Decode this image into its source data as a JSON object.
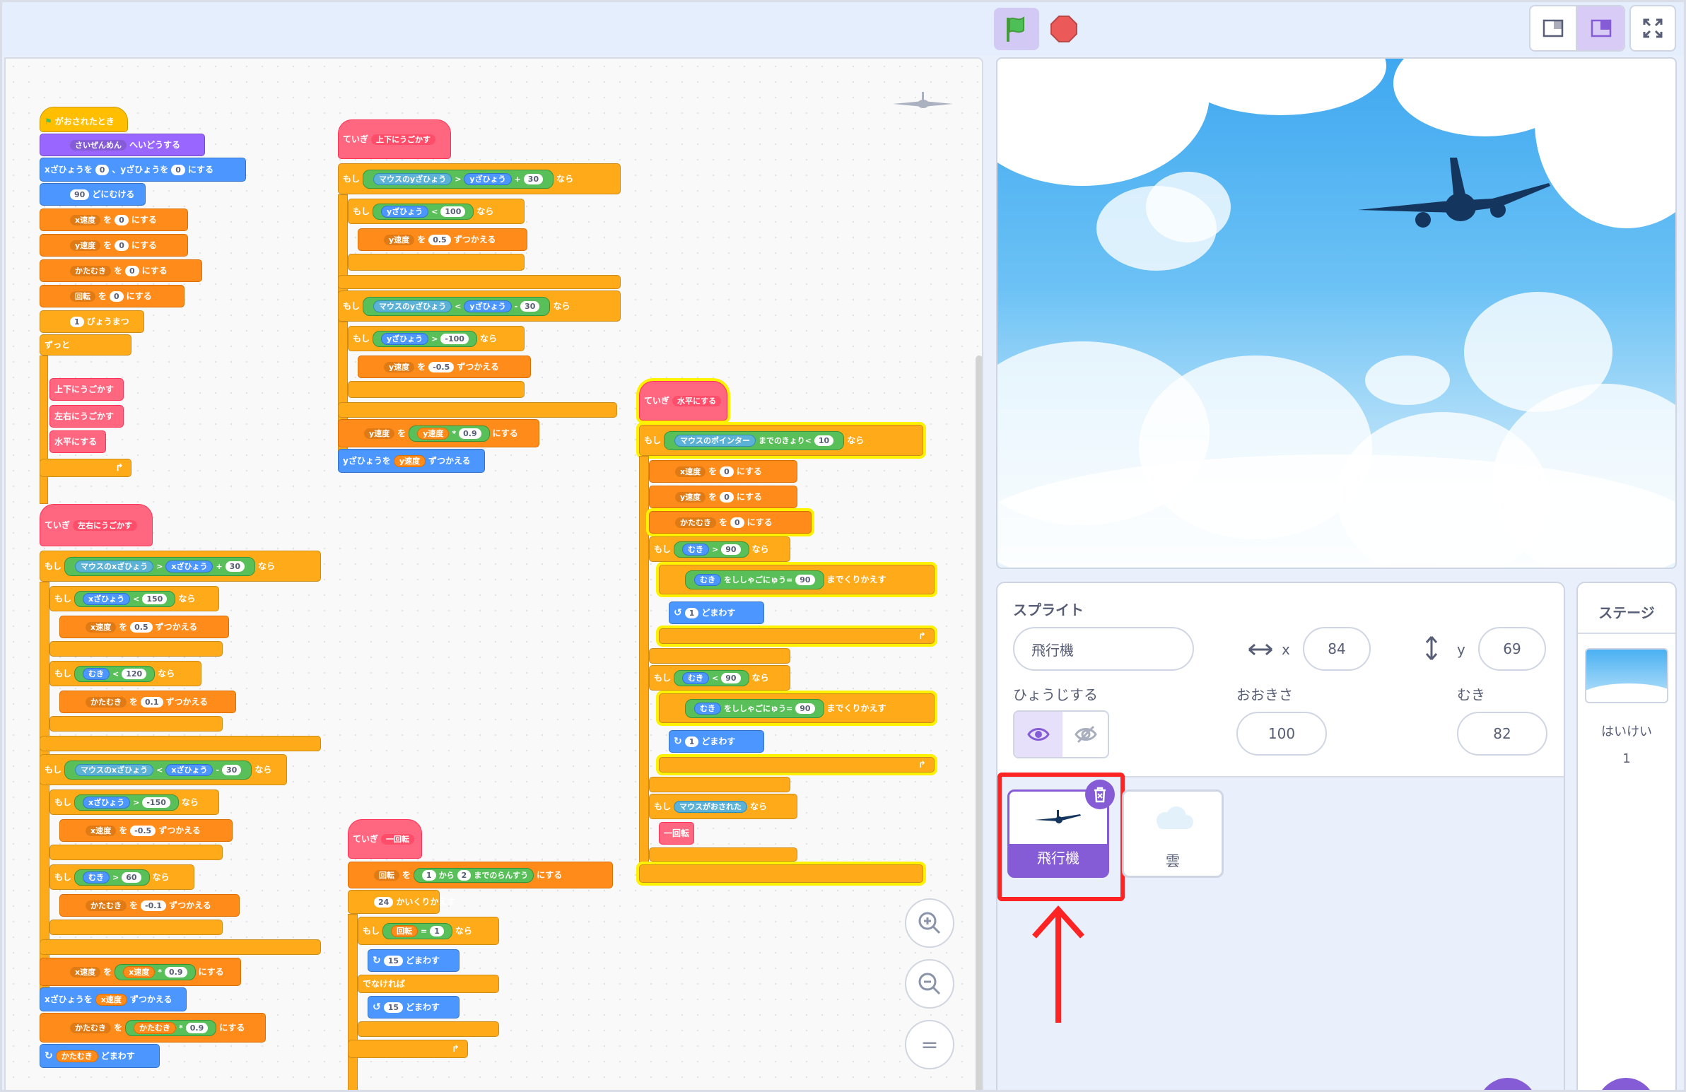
{
  "toolbar": {
    "flag": "green-flag-icon",
    "stop": "stop-icon"
  },
  "blocks": {
    "s1": [
      "がおされたとき",
      "さいぜんめん",
      "へいどうする",
      "xざひょうを",
      "0",
      "、yざひょうを",
      "0",
      "にする",
      "90",
      "どにむける",
      "x速度",
      "を",
      "0",
      "にする",
      "y速度",
      "を",
      "0",
      "にする",
      "かたむき",
      "を",
      "0",
      "にする",
      "回転",
      "を",
      "0",
      "にする",
      "1",
      "びょうまつ",
      "ずっと",
      "上下にうごかす",
      "左右にうごかす",
      "水平にする"
    ],
    "s2": [
      "ていぎ",
      "上下にうごかす",
      "もし",
      "マウスのyざひょう",
      ">",
      "yざひょう",
      "+",
      "30",
      "なら",
      "もし",
      "yざひょう",
      "<",
      "100",
      "なら",
      "y速度",
      "を",
      "0.5",
      "ずつかえる",
      "もし",
      "マウスのyざひょう",
      "<",
      "yざひょう",
      "-",
      "30",
      "なら",
      "もし",
      "yざひょう",
      ">",
      "-100",
      "なら",
      "y速度",
      "を",
      "-0.5",
      "ずつかえる",
      "y速度",
      "を",
      "y速度",
      "*",
      "0.9",
      "にする",
      "yざひょうを",
      "y速度",
      "ずつかえる"
    ],
    "s3": [
      "ていぎ",
      "左右にうごかす",
      "もし",
      "マウスのxざひょう",
      ">",
      "xざひょう",
      "+",
      "30",
      "なら",
      "もし",
      "xざひょう",
      "<",
      "150",
      "なら",
      "x速度",
      "を",
      "0.5",
      "ずつかえる",
      "もし",
      "むき",
      "<",
      "120",
      "なら",
      "かたむき",
      "を",
      "0.1",
      "ずつかえる",
      "もし",
      "マウスのxざひょう",
      "<",
      "xざひょう",
      "-",
      "30",
      "なら",
      "もし",
      "xざひょう",
      ">",
      "-150",
      "なら",
      "x速度",
      "を",
      "-0.5",
      "ずつかえる",
      "もし",
      "むき",
      ">",
      "60",
      "なら",
      "かたむき",
      "を",
      "-0.1",
      "ずつかえる",
      "x速度",
      "を",
      "x速度",
      "*",
      "0.9",
      "にする",
      "xざひょうを",
      "x速度",
      "ずつかえる",
      "かたむき",
      "を",
      "かたむき",
      "*",
      "0.9",
      "にする",
      "かたむき",
      "どまわす"
    ],
    "s4": [
      "ていぎ",
      "水平にする",
      "もし",
      "マウスのポインター",
      "までのきょり",
      "<",
      "10",
      "なら",
      "x速度",
      "を",
      "0",
      "にする",
      "y速度",
      "を",
      "0",
      "にする",
      "かたむき",
      "を",
      "0",
      "にする",
      "もし",
      "むき",
      ">",
      "90",
      "なら",
      "むき",
      "をししゃごにゅう",
      "=",
      "90",
      "までくりかえす",
      "1",
      "どまわす",
      "もし",
      "むき",
      "<",
      "90",
      "なら",
      "むき",
      "をししゃごにゅう",
      "=",
      "90",
      "までくりかえす",
      "1",
      "どまわす",
      "もし",
      "マウスがおされた",
      "なら",
      "一回転"
    ],
    "s5": [
      "ていぎ",
      "一回転",
      "回転",
      "を",
      "1",
      "から",
      "2",
      "までのらんすう",
      "にする",
      "24",
      "かいくりかえす",
      "もし",
      "回転",
      "=",
      "1",
      "なら",
      "15",
      "どまわす",
      "でなければ",
      "15",
      "どまわす"
    ]
  },
  "zoom": {
    "in": "zoom-in-icon",
    "out": "zoom-out-icon",
    "reset": "="
  },
  "sprite_info": {
    "sprite_label": "スプライト",
    "name": "飛行機",
    "x_label": "x",
    "x": "84",
    "y_label": "y",
    "y": "69",
    "show_label": "ひょうじする",
    "size_label": "おおきさ",
    "size": "100",
    "dir_label": "むき",
    "dir": "82"
  },
  "sprites": [
    {
      "name": "飛行機",
      "selected": true
    },
    {
      "name": "雲",
      "selected": false
    }
  ],
  "stage_panel": {
    "title": "ステージ",
    "backdrop_label": "はいけい",
    "backdrop_count": "1"
  },
  "colors": {
    "accent": "#855cd6",
    "highlight": "#ff3333",
    "events": "#ffbf00",
    "motion": "#4c97ff",
    "control": "#ffab19",
    "variables": "#ff8c1a",
    "operators": "#59c059",
    "myblocks": "#ff6680"
  }
}
